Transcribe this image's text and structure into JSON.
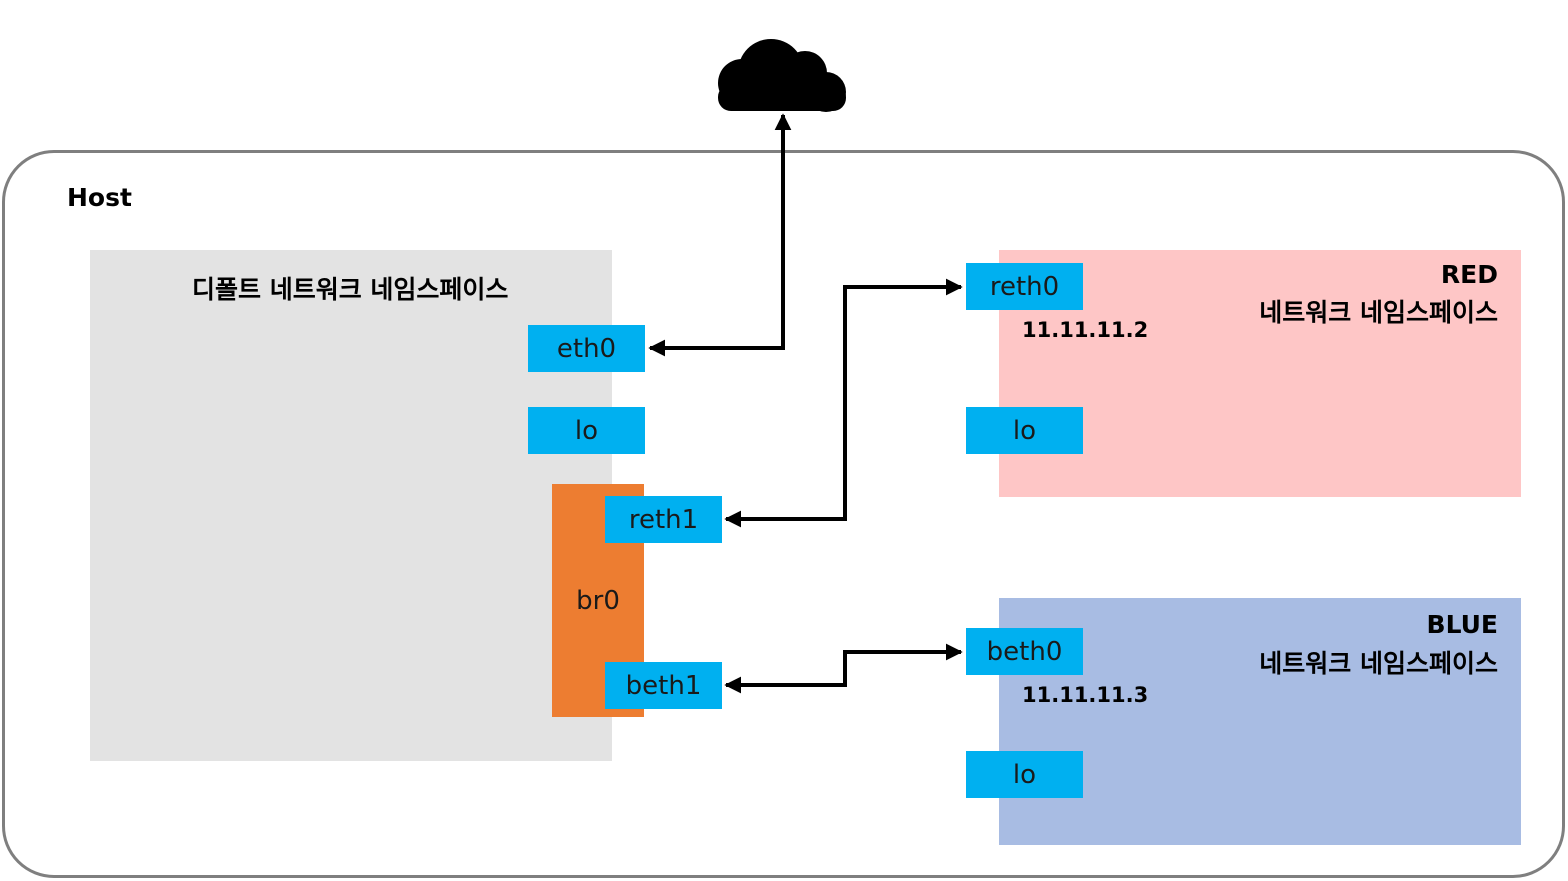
{
  "host": {
    "label": "Host"
  },
  "default_ns": {
    "title": "디폴트 네트워크 네임스페이스",
    "interfaces": {
      "eth0": "eth0",
      "lo": "lo"
    },
    "bridge": {
      "label": "br0",
      "ports": {
        "reth1": "reth1",
        "beth1": "beth1"
      }
    }
  },
  "red_ns": {
    "title_line1": "RED",
    "title_line2": "네트워크 네임스페이스",
    "interfaces": {
      "reth0": "reth0",
      "lo": "lo"
    },
    "ip": "11.11.11.2"
  },
  "blue_ns": {
    "title_line1": "BLUE",
    "title_line2": "네트워크 네임스페이스",
    "interfaces": {
      "beth0": "beth0",
      "lo": "lo"
    },
    "ip": "11.11.11.3"
  },
  "colors": {
    "interface": "#00b0f0",
    "bridge": "#ed7d31",
    "default_ns": "#e3e3e3",
    "red_ns": "#fec6c6",
    "blue_ns": "#a8bce3",
    "host_border": "#7f7f7f"
  },
  "icons": {
    "internet": "cloud-icon"
  }
}
